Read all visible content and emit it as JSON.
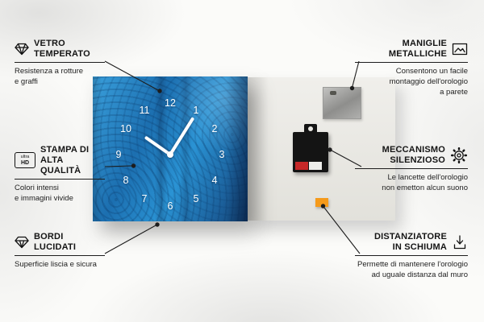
{
  "callouts": {
    "left": [
      {
        "title": "VETRO\nTEMPERATO",
        "desc": "Resistenza a rotture\ne graffi",
        "icon": "diamond-icon"
      },
      {
        "title": "STAMPA DI\nALTA QUALITÀ",
        "desc": "Colori intensi\ne immagini vivide",
        "icon": "ultra-hd-icon"
      },
      {
        "title": "BORDI\nLUCIDATI",
        "desc": "Superficie liscia e sicura",
        "icon": "gem-icon"
      }
    ],
    "right": [
      {
        "title": "MANIGLIE\nMETALLICHE",
        "desc": "Consentono un facile\nmontaggio dell'orologio\na parete",
        "icon": "picture-frame-icon"
      },
      {
        "title": "MECCANISMO\nSILENZIOSO",
        "desc": "Le lancette dell'orologio\nnon emetton alcun suono",
        "icon": "gear-icon"
      },
      {
        "title": "DISTANZIATORE\nIN SCHIUMA",
        "desc": "Permette di mantenere l'orologio\nad uguale distanza dal muro",
        "icon": "spacer-arrow-icon"
      }
    ]
  },
  "icons": {
    "ultra_hd_top": "ultra",
    "ultra_hd_bottom": "HD"
  },
  "clock": {
    "numbers": [
      "12",
      "1",
      "2",
      "3",
      "4",
      "5",
      "6",
      "7",
      "8",
      "9",
      "10",
      "11"
    ]
  },
  "colors": {
    "dial_blue": "#1f7fc2",
    "back_panel": "#e9e8e3",
    "foam_orange": "#f59a1a",
    "mechanism_black": "#141414",
    "line": "#1d1d1d"
  }
}
